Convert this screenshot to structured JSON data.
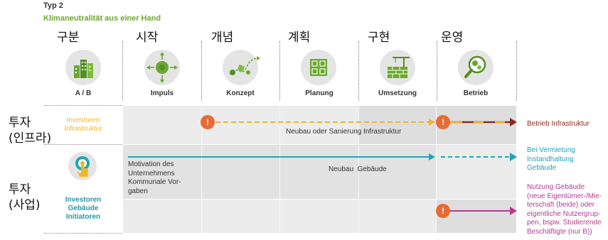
{
  "header": {
    "type_label": "Typ 2",
    "subtitle": "Klimaneutralität aus einer Hand"
  },
  "phases": [
    {
      "kor": "구분",
      "name": "A / B",
      "icon": "buildings-icon"
    },
    {
      "kor": "시작",
      "name": "Impuls",
      "icon": "impulse-arrows-icon"
    },
    {
      "kor": "개념",
      "name": "Konzept",
      "icon": "concept-path-icon"
    },
    {
      "kor": "계획",
      "name": "Planung",
      "icon": "floorplan-icon"
    },
    {
      "kor": "구현",
      "name": "Umsetzung",
      "icon": "construction-crane-icon"
    },
    {
      "kor": "운영",
      "name": "Betrieb",
      "icon": "magnifier-gears-icon"
    }
  ],
  "rows": {
    "infra": {
      "kor": "투자\n(인프라)",
      "label": "Investoren\nInfrastruktur",
      "arrow_text": "Neubau oder Sanierung Infrastruktur",
      "end_text": "Betrieb Infrastruktur"
    },
    "business": {
      "kor": "투자\n(사업)",
      "label": "Investoren\nGebäude\nInitiatoren",
      "icon": "hand-touch-icon",
      "motivation_text": "Motivation des\nUnternehmens\nKommunale Vor-\ngaben",
      "arrow_text": "Neubau  Gebäude",
      "end_text_1": "Bei Vermietung\nInstandhaltung\nGebäude",
      "end_text_2": "Nutzung Gebäude\n(neue Eigentümer-/Mie-\nterschaft (beide) oder\neigentliche Nutzergrup-\npen, bspw. Studierende\nBeschäftigte (nur B))"
    }
  },
  "markers": {
    "exclamation": "!"
  },
  "colors": {
    "green": "#6aa82f",
    "yellow": "#f0b62a",
    "dark_red": "#8a2a22",
    "teal": "#1fa4b6",
    "magenta": "#b23c94",
    "orange_marker": "#ea6a35",
    "row_label_teal": "#2a97a7",
    "grey_light": "#ececec",
    "grey_mid": "#dedede"
  }
}
